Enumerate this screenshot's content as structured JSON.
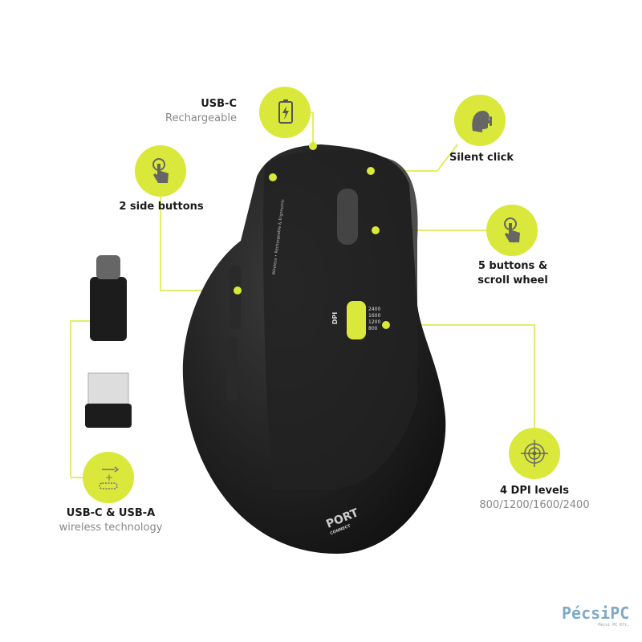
{
  "accent_color": "#d9e83a",
  "features": {
    "usbc": {
      "title": "USB-C",
      "subtitle": "Rechargeable",
      "icon": "battery-charging-icon"
    },
    "silent": {
      "title": "Silent click",
      "icon": "silent-face-icon"
    },
    "side": {
      "title": "2 side buttons",
      "icon": "finger-tap-icon"
    },
    "buttons": {
      "title": "5 buttons &",
      "title2": "scroll wheel",
      "icon": "finger-tap-icon"
    },
    "dpi": {
      "title": "4 DPI levels",
      "subtitle": "800/1200/1600/2400",
      "icon": "target-icon"
    },
    "wireless": {
      "title": "USB-C & USB-A",
      "subtitle": "wireless technology",
      "icon": "usb-icon"
    }
  },
  "mouse": {
    "side_text": "Wireless • Rechargeable & Ergonomic",
    "dpi_label": "DPI",
    "dpi_levels": [
      "2400",
      "1600",
      "1200",
      "800"
    ],
    "brand": "PORT",
    "brand_sub": "CONNECT"
  },
  "watermark": {
    "name": "PécsiPC",
    "sub": "Pécsi PC Kft."
  }
}
